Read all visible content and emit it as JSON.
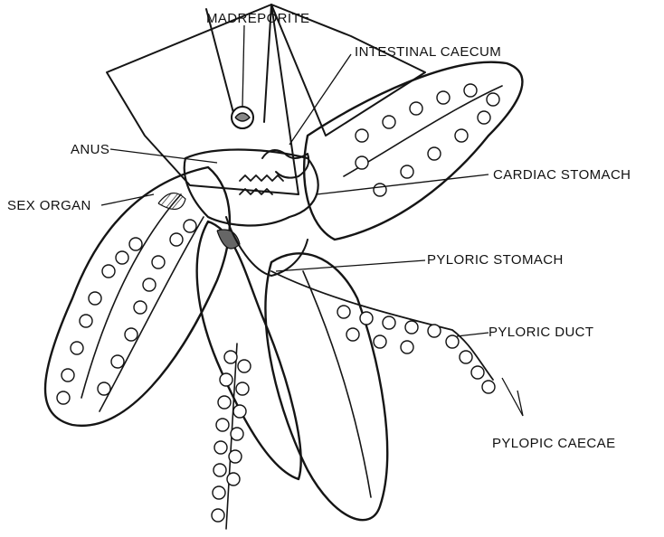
{
  "labels": {
    "madreporite": "MADREPORITE",
    "intestinal_caecum": "INTESTINAL CAECUM",
    "anus": "ANUS",
    "cardiac_stomach": "CARDIAC STOMACH",
    "sex_organ": "SEX ORGAN",
    "pyloric_stomach": "PYLORIC STOMACH",
    "pyloric_duct": "PYLORIC DUCT",
    "pyloric_caecae": "PYLOPIC CAECAE"
  },
  "colors": {
    "ink": "#151515",
    "background": "#ffffff"
  }
}
